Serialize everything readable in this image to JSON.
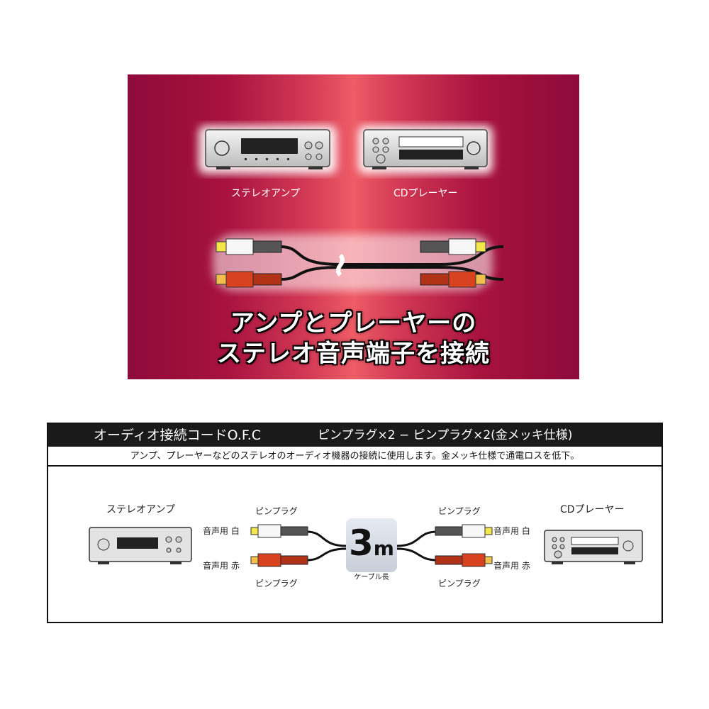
{
  "hero": {
    "amp_label": "ステレオアンプ",
    "cd_label": "CDプレーヤー",
    "title_line1": "アンプとプレーヤーの",
    "title_line2": "ステレオ音声端子を接続"
  },
  "spec": {
    "header_title": "オーディオ接続コードO.F.C",
    "header_plugs": "ピンプラグ×2 − ピンプラグ×2(金メッキ仕様)",
    "description": "アンプ、プレーヤーなどのステレオのオーディオ機器の接続に使用します。金メッキ仕様で通電ロスを低下。",
    "amp_label": "ステレオアンプ",
    "cd_label": "CDプレーヤー",
    "plug_label_tl": "ピンプラグ",
    "plug_label_bl": "ピンプラグ",
    "plug_label_tr": "ピンプラグ",
    "plug_label_br": "ピンプラグ",
    "audio_white_left": "音声用 白",
    "audio_red_left": "音声用 赤",
    "audio_white_right": "音声用 白",
    "audio_red_right": "音声用 赤",
    "length_value": "3",
    "length_unit": "m",
    "length_caption": "ケーブル長"
  },
  "colors": {
    "hero_dark": "#8e0b3a",
    "hero_light": "#ee5c66",
    "plug_white": "#f2e64a",
    "plug_red": "#d8421e"
  }
}
